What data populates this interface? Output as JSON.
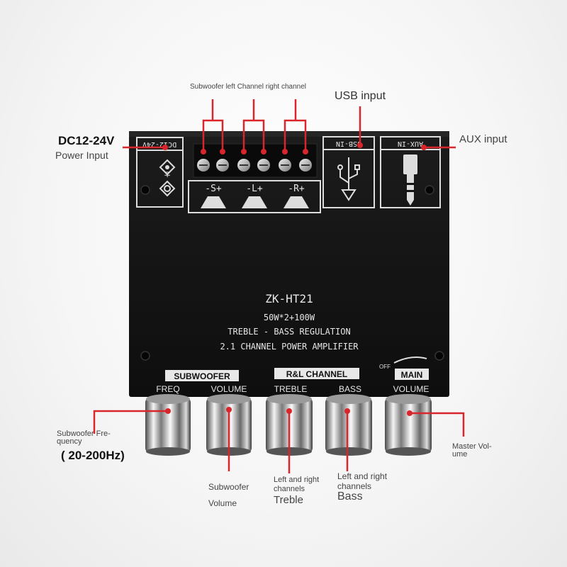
{
  "annotations": {
    "terminals_title": "Subwoofer left Channel right channel",
    "usb_input": "USB input",
    "aux_input": "AUX input",
    "power_voltage": "DC12-24V",
    "power_input": "Power Input",
    "sub_freq_line1": "Subwoofer Fre-",
    "sub_freq_line2": "quency",
    "sub_freq_range": "( 20-200Hz)",
    "sub_volume_line1": "Subwoofer",
    "sub_volume_line2": "Volume",
    "treble_line1": "Left and right",
    "treble_line2": "channels",
    "treble_line3": "Treble",
    "bass_line1": "Left and right",
    "bass_line2": "channels",
    "bass_line3": "Bass",
    "master_line1": "Master Vol-",
    "master_line2": "ume"
  },
  "board": {
    "power_label": "DC12-24V",
    "usb_label": "USB-IN",
    "aux_label": "AUX-IN",
    "speaker_sub": "-S+",
    "speaker_left": "-L+",
    "speaker_right": "-R+",
    "model": "ZK-HT21",
    "power_rating": "50W*2+100W",
    "feature_line": "TREBLE - BASS REGULATION",
    "type_line": "2.1 CHANNEL POWER AMPLIFIER",
    "section_subwoofer": "SUBWOOFER",
    "section_rl": "R&L CHANNEL",
    "section_main": "MAIN",
    "knob_freq": "FREQ",
    "knob_sub_volume": "VOLUME",
    "knob_treble": "TREBLE",
    "knob_bass": "BASS",
    "knob_main_volume": "VOLUME",
    "off_label": "OFF"
  },
  "colors": {
    "board": "#151515",
    "leader": "#d9262c",
    "knob_chrome": "#c9c9c9"
  }
}
